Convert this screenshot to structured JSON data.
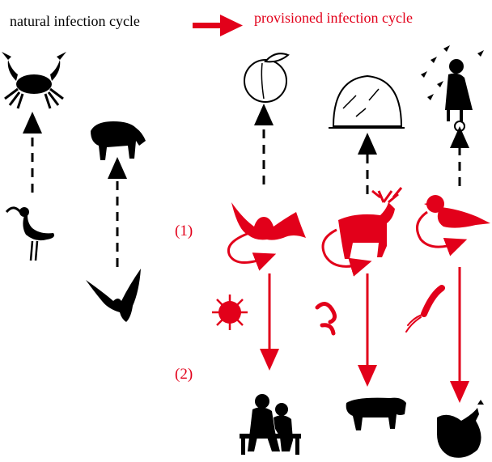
{
  "legend": {
    "natural_label": "natural infection cycle",
    "provisioned_label": "provisioned infection cycle"
  },
  "steps": {
    "step1": "(1)",
    "step2": "(2)"
  },
  "colors": {
    "natural": "#000000",
    "provisioned": "#e2001a"
  },
  "icons": {
    "natural_hosts": [
      "crab-icon",
      "ibis-icon",
      "tapir-icon",
      "bat-icon"
    ],
    "provisioned_food": [
      "peach-icon",
      "hay-icon",
      "bird-feeder-person-icon"
    ],
    "provisioned_wildlife": [
      "fruit-bat-icon",
      "deer-icon",
      "songbird-icon"
    ],
    "pathogens": [
      "virus-icon",
      "worm-icon",
      "bacterium-icon"
    ],
    "spillover_targets": [
      "elderly-couple-icon",
      "cow-icon",
      "chicken-icon"
    ]
  }
}
